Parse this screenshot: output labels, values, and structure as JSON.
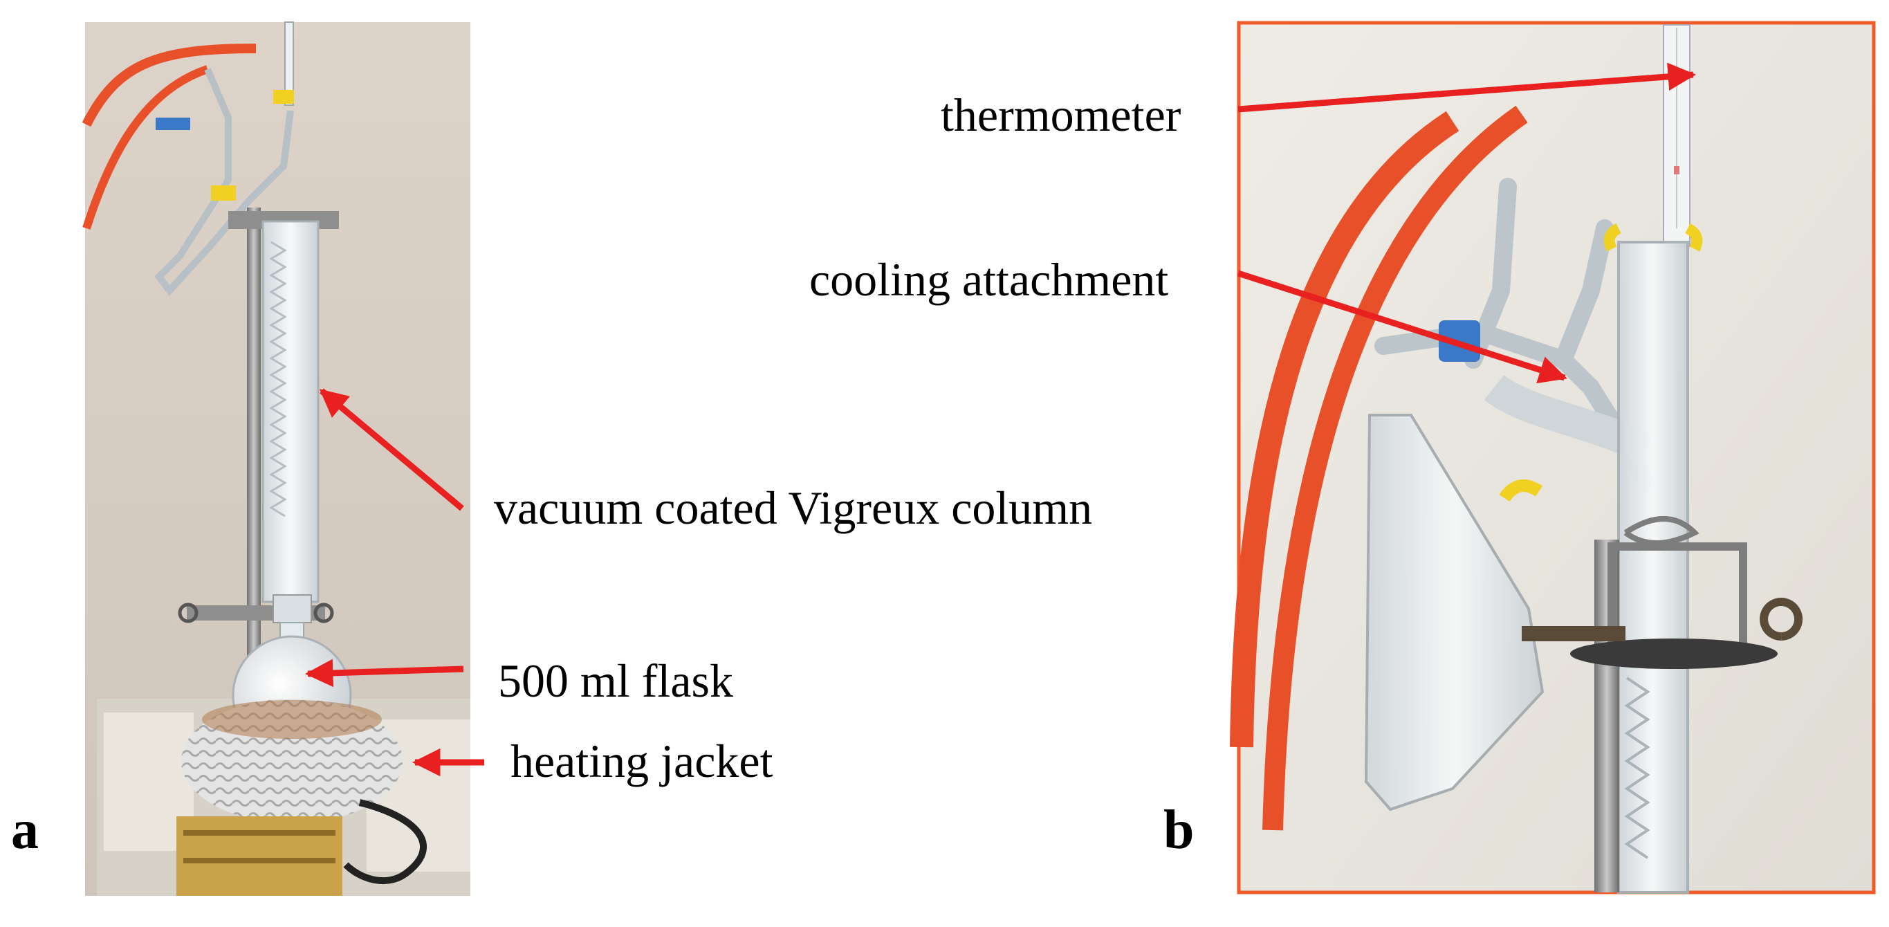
{
  "figure": {
    "panel_a": {
      "letter": "a",
      "labels": {
        "column": "vacuum coated Vigreux column",
        "flask": "500 ml flask",
        "jacket": "heating jacket"
      }
    },
    "panel_b": {
      "letter": "b",
      "labels": {
        "thermometer": "thermometer",
        "cooling": "cooling attachment"
      }
    },
    "colors": {
      "arrow": "#e8201f",
      "hose": "#e8502a",
      "frame": "#f05a28",
      "wall_a": "#d9cfc5",
      "wall_b": "#e9e6df",
      "glass": "#eef2f4",
      "clip": "#f0d020",
      "cap": "#3a78c8",
      "metal": "#8e8e8e"
    }
  }
}
